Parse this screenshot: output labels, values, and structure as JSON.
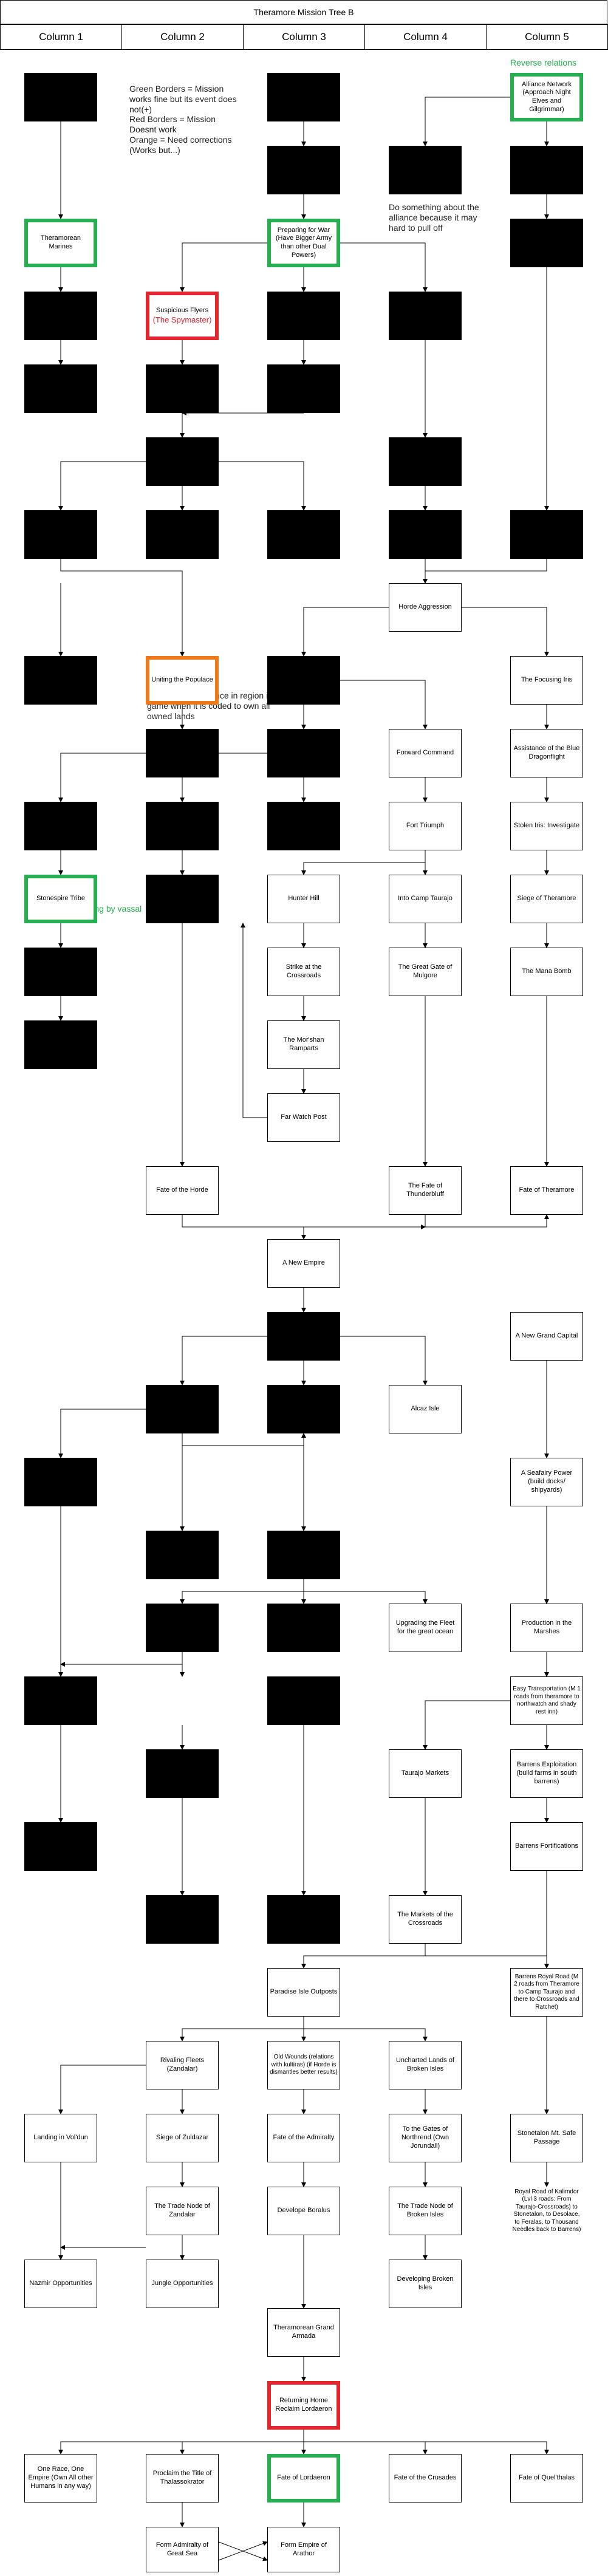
{
  "title": "Theramore Mission Tree B",
  "columns": [
    "Column 1",
    "Column 2",
    "Column 3",
    "Column 4",
    "Column 5"
  ],
  "notes": {
    "legend": "Green Borders = Mission works fine but its event does not(+)\nRed Borders = Mission Doesnt work\nOrange = Need corrections\n  (Works but...)",
    "reverse_relations": "Reverse relations",
    "alliance_note": "Do something about the alliance because it may hard to pull off",
    "uniting_note": "Asks for one province in region in game when it is coded to own all owned lands",
    "stonespire_note": "Province not ceding by vassal"
  },
  "colors": {
    "green_border": "#27ae4f",
    "red_border": "#e3262e",
    "orange_border": "#f07a1a",
    "red_text": "#e3262e",
    "green_text": "#27ae4f"
  },
  "nodes": {
    "alliance_network": "Alliance Network (Approach Night Elves and Gilgrimmar)",
    "theramorean_marines": "Theramorean Marines",
    "preparing_for_war": "Preparing for War (Have Bigger Army than other Dual Powers)",
    "suspicious_flyers": "Suspicious Flyers",
    "suspicious_flyers_sub": "(The Spymaster)",
    "horde_aggression": "Horde Aggression",
    "uniting_the_populace": "Uniting the Populace",
    "the_focusing_iris": "The Focusing Iris",
    "forward_command": "Forward Command",
    "assistance_blue_dragonflight": "Assistance of the Blue Dragonflight",
    "fort_triumph": "Fort Triumph",
    "stolen_iris": "Stolen Iris: Investigate",
    "stonespire_tribe": "Stonespire Tribe",
    "hunter_hill": "Hunter Hill",
    "into_camp_taurajo": "Into Camp Taurajo",
    "siege_of_theramore": "Siege of Theramore",
    "strike_at_crossroads": "Strike at the Crossroads",
    "great_gate_mulgore": "The Great Gate of Mulgore",
    "the_mana_bomb": "The Mana Bomb",
    "morshan_ramparts": "The Mor'shan Ramparts",
    "far_watch_post": "Far Watch Post",
    "fate_of_the_horde": "Fate of the Horde",
    "fate_of_thunderbluff": "The Fate of Thunderbluff",
    "fate_of_theramore": "Fate of Theramore",
    "a_new_empire": "A New Empire",
    "a_new_grand_capital": "A New Grand Capital",
    "alcaz_isle": "Alcaz Isle",
    "a_seafairy_power": "A Seafairy Power (build docks/ shipyards)",
    "upgrading_fleet": "Upgrading the Fleet for the great ocean",
    "production_marshes": "Production in the Marshes",
    "easy_transportation": "Easy Transportation (M 1 roads from theramore to northwatch and shady rest inn)",
    "taurajo_markets": "Taurajo Markets",
    "barrens_exploitation": "Barrens Exploitation (build farms in south barrens)",
    "barrens_fortifications": "Barrens Fortifications",
    "markets_crossroads": "The Markets of the Crossroads",
    "barrens_royal_road": "Barrens Royal Road (M 2 roads from Theramore to Camp Taurajo and there to Crossroads and Ratchet)",
    "paradise_isle_outposts": "Paradise Isle Outposts",
    "rivaling_fleets": "Rivaling Fleets (Zandalar)",
    "old_wounds": "Old Wounds (relations with kultiras) (if Horde is dismantles better results)",
    "uncharted_lands": "Uncharted Lands of Broken Isles",
    "landing_in_voldun": "Landing in Vol'dun",
    "siege_of_zuldazar": "Siege of Zuldazar",
    "fate_of_admiralty": "Fate of the Admiralty",
    "gates_of_northrend": "To the Gates of Northrend (Own Jorundall)",
    "stonetalon_safe_passage": "Stonetalon Mt. Safe Passage",
    "trade_node_zandalar": "The Trade Node of Zandalar",
    "develope_boralus": "Develope Boralus",
    "trade_node_broken_isles": "The Trade Node of Broken Isles",
    "royal_road_kalimdor": "Royal Road of Kalimdor (Lvl 3 roads: From Taurajo-Crossroads) to Stonetalon, to Desolace, to Feralas, to Thousand Needles back to Barrens)",
    "nazmir_opportunities": "Nazmir Opportunities",
    "jungle_opportunities": "Jungle Opportunities",
    "developing_broken_isles": "Developing Broken Isles",
    "theramorean_grand_armada": "Theramorean Grand Armada",
    "returning_home": "Returning Home Reclaim Lordaeron",
    "one_race_one_empire": "One Race, One Empire (Own All other Humans in any way)",
    "proclaim_thalassokrator": "Proclaim the Title of Thalassokrator",
    "fate_of_lordaeron": "Fate of Lordaeron",
    "fate_of_crusades": "Fate of the Crusades",
    "fate_of_quelthalas": "Fate of Quel'thalas",
    "form_admiralty": "Form Admiralty of Great Sea",
    "form_empire_arathor": "Form Empire of Arathor"
  }
}
